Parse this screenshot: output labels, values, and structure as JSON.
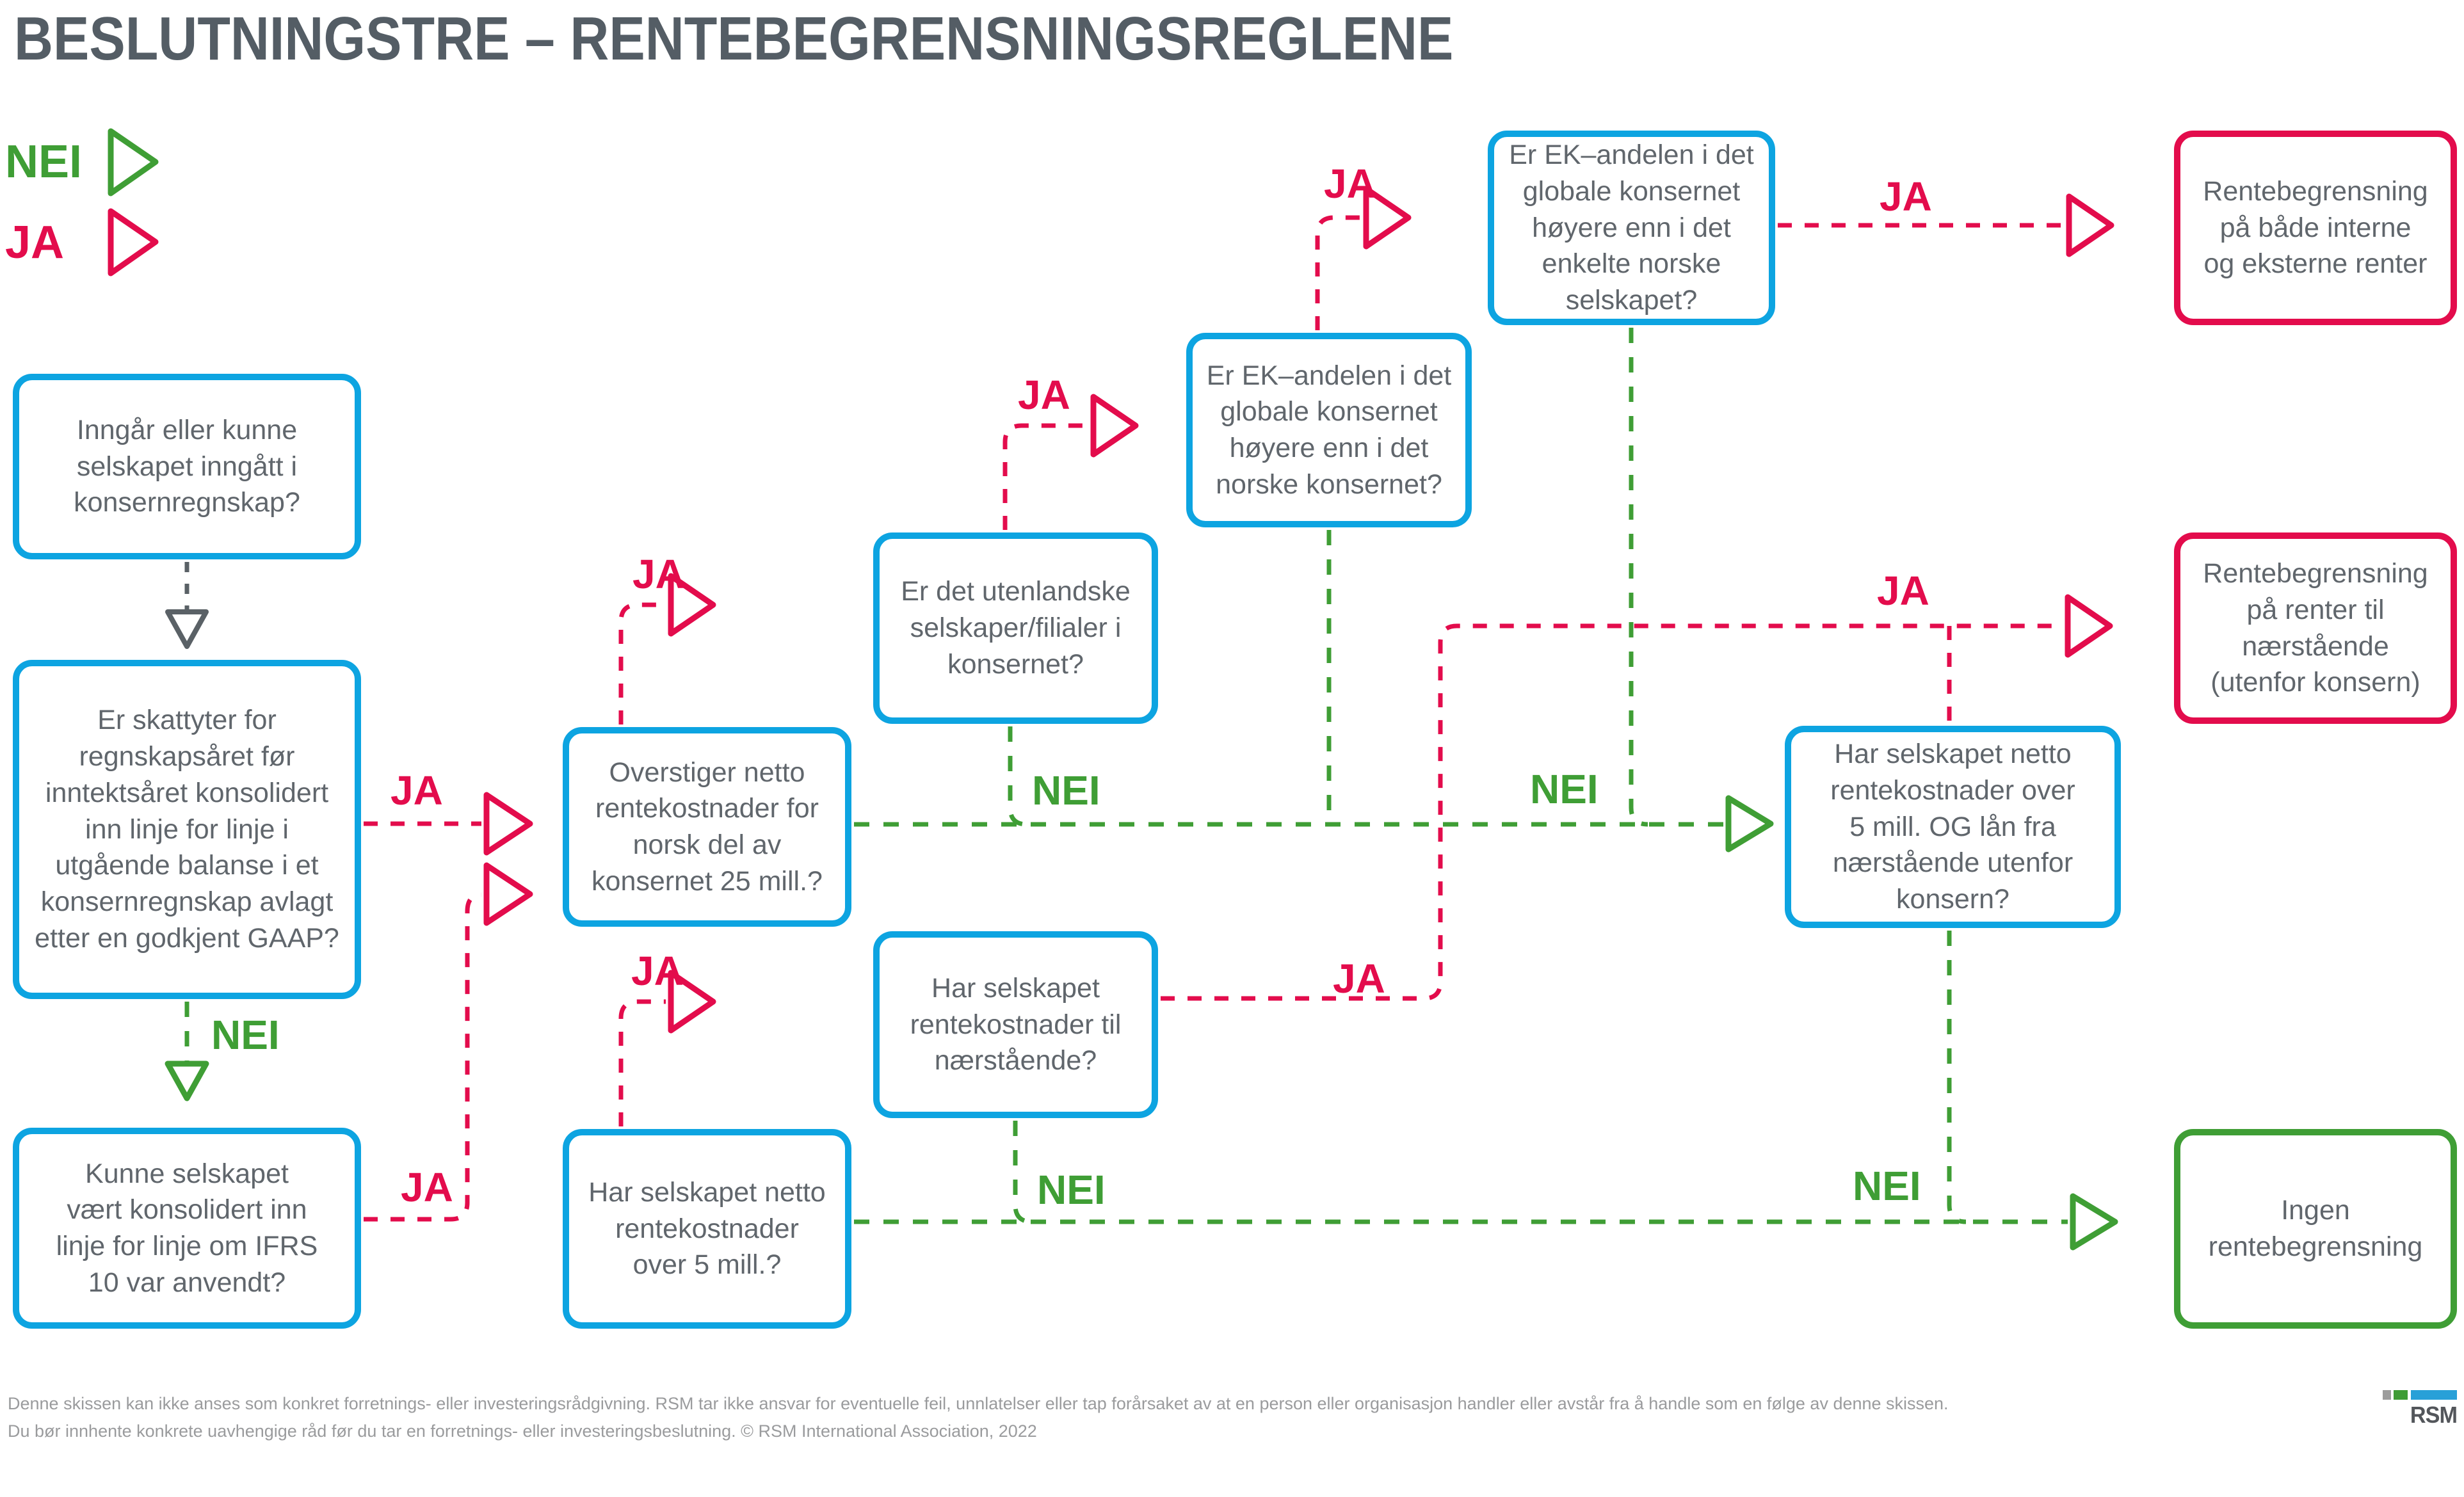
{
  "title": "BESLUTNINGSTRE – RENTEBEGRENSNINGSREGLENE",
  "legend": {
    "nei": "NEI",
    "ja": "JA"
  },
  "labels": {
    "ja": "JA",
    "nei": "NEI"
  },
  "boxes": {
    "q_konsernregnskap": "Inngår eller kunne\nselskapet inngått i\nkonsernregnskap?",
    "q_gaap": "Er skattyter for\nregnskapsåret før\ninntektsåret konsolidert\ninn linje for linje i\nutgående balanse i et\nkonsernregnskap avlagt\netter en godkjent GAAP?",
    "q_ifrs10": "Kunne selskapet\nvært konsolidert inn\nlinje for linje om IFRS\n10 var anvendt?",
    "q_netto25": "Overstiger netto\nrentekostnader for\nnorsk del av\nkonsernet 25 mill.?",
    "q_utenlandske": "Er det utenlandske\nselskaper/filialer i\nkonsernet?",
    "q_narstaende": "Har selskapet\nrentekostnader til\nnærstående?",
    "q_netto5": "Har selskapet netto\nrentekostnader\nover 5 mill.?",
    "q_ek_norske": "Er EK–andelen i det\nglobale konsernet\nhøyere enn i det\nnorske konsernet?",
    "q_ek_enkelte": "Er EK–andelen i det\nglobale konsernet\nhøyere enn i det\nenkelte norske\nselskapet?",
    "q_netto5_lan": "Har selskapet netto\nrentekostnader over\n5 mill. OG lån fra\nnærstående utenfor\nkonsern?",
    "r_begge": "Rentebegrensning\npå både interne\nog eksterne renter",
    "r_narstaende": "Rentebegrensning\npå renter til\nnærstående\n(utenfor konsern)",
    "r_ingen": "Ingen\nrentebegrensning"
  },
  "footer": {
    "line1": "Denne skissen kan ikke anses som konkret forretnings- eller investeringsrådgivning. RSM tar ikke ansvar for eventuelle feil, unnlatelser eller tap forårsaket av at en person eller organisasjon handler eller avstår fra å handle som en følge av denne skissen.",
    "line2": "Du bør innhente konkrete uavhengige råd før du tar en forretnings- eller investeringsbeslutning. © RSM International Association, 2022"
  },
  "logo": {
    "text": "RSM"
  },
  "colors": {
    "box_blue": "#0da4e1",
    "accent_red": "#e30c4c",
    "accent_green": "#3f9e35",
    "text_gray": "#60666c",
    "title_gray": "#545d65",
    "arrow_gray": "#5a6166"
  }
}
